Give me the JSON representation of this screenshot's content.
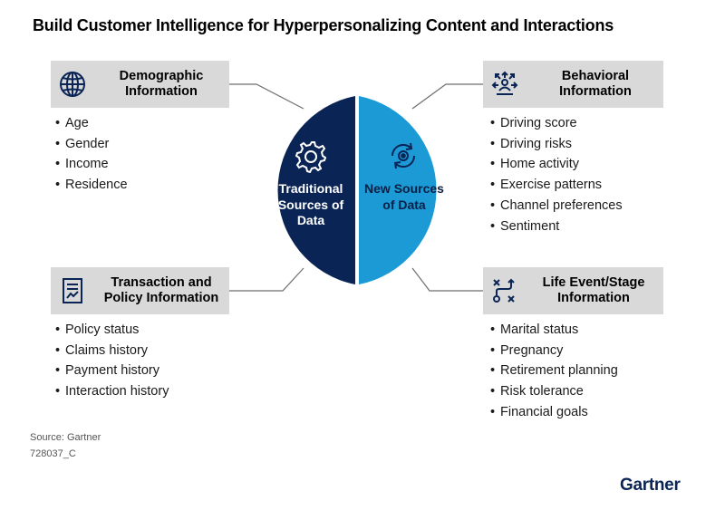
{
  "title": "Build Customer Intelligence for Hyperpersonalizing Content and Interactions",
  "circle": {
    "left_label": "Traditional Sources of Data",
    "right_label": "New Sources of Data",
    "left_color": "#0a2555",
    "right_color": "#1b9ad6"
  },
  "demographic": {
    "label": "Demographic Information",
    "icon": "globe-icon",
    "items": [
      "Age",
      "Gender",
      "Income",
      "Residence"
    ]
  },
  "transaction": {
    "label": "Transaction and Policy Information",
    "icon": "document-chart-icon",
    "items": [
      "Policy status",
      "Claims history",
      "Payment history",
      "Interaction history"
    ]
  },
  "behavioral": {
    "label": "Behavioral Information",
    "icon": "person-arrows-icon",
    "items": [
      "Driving score",
      "Driving risks",
      "Home activity",
      "Exercise patterns",
      "Channel preferences",
      "Sentiment"
    ]
  },
  "life_event": {
    "label": "Life Event/Stage Information",
    "icon": "strategy-path-icon",
    "items": [
      "Marital status",
      "Pregnancy",
      "Retirement planning",
      "Risk tolerance",
      "Financial goals"
    ]
  },
  "footer": {
    "source": "Source: Gartner",
    "code": "728037_C",
    "brand": "Gartner"
  },
  "colors": {
    "box_bg": "#d9d9d9",
    "connector": "#6d6e71"
  }
}
